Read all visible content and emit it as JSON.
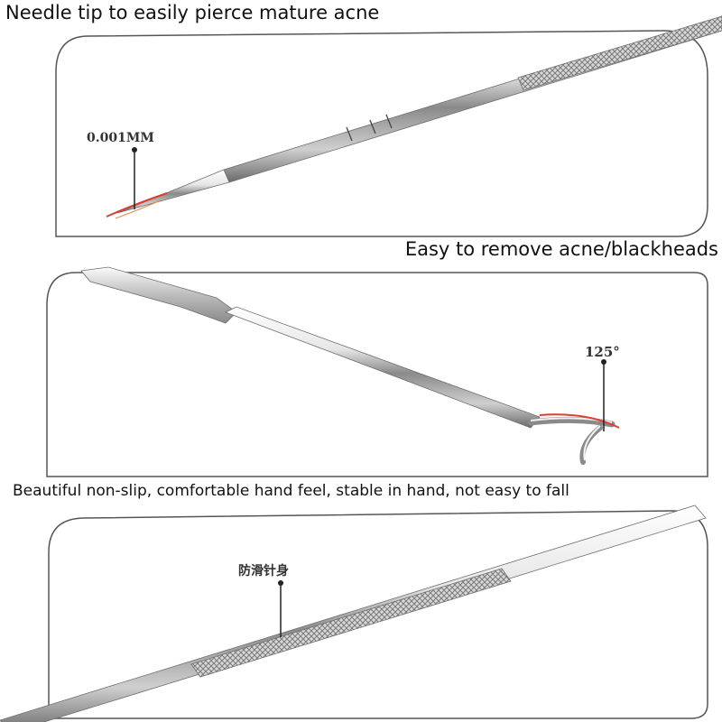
{
  "panels": [
    {
      "caption": "Needle tip to easily pierce mature acne",
      "callout": "0.001MM"
    },
    {
      "caption": "Easy to remove acne/blackheads",
      "callout": "125°"
    },
    {
      "caption": "Beautiful non-slip, comfortable hand feel, stable in hand, not easy to fall",
      "callout": "防滑针身"
    }
  ],
  "colors": {
    "frame": "#555555",
    "steel_light": "#f2f2f2",
    "steel_dark": "#6f6f6f",
    "tip_accent": "#d94030"
  },
  "icons": {
    "tool_1": "needle-tip-tool",
    "tool_2": "angled-hook-tool",
    "tool_3": "knurled-shaft-tool"
  }
}
